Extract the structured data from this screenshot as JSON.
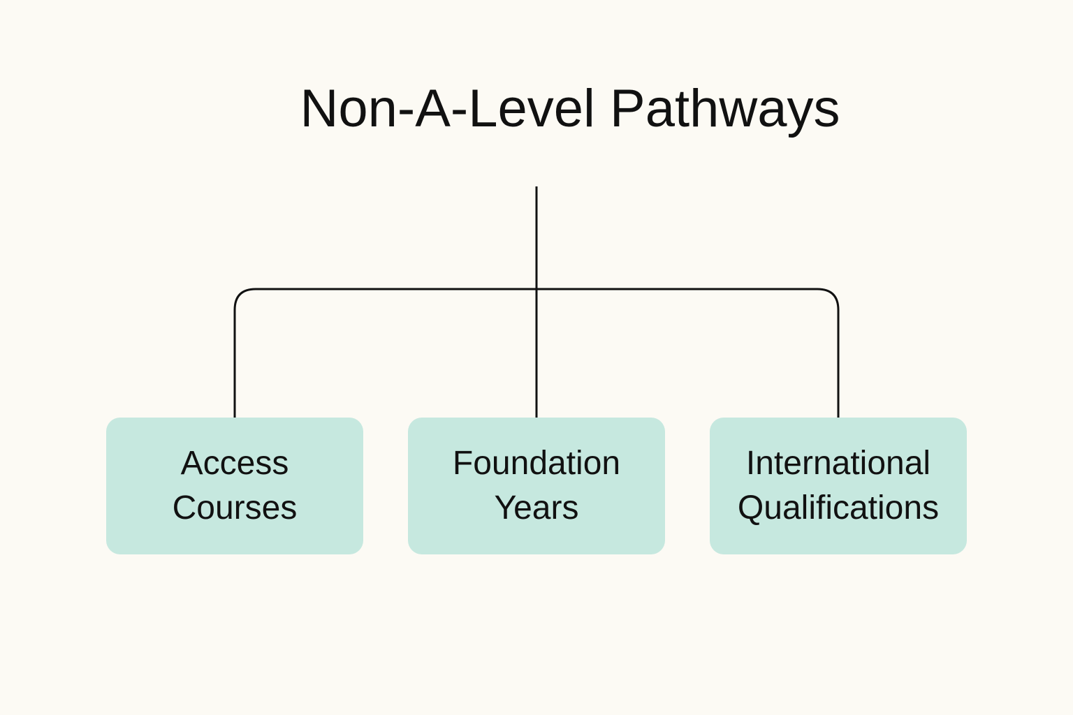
{
  "colors": {
    "background": "#fcfaf4",
    "node_fill": "#c6e8df",
    "line": "#111111",
    "text": "#111111"
  },
  "diagram": {
    "title": "Non-A-Level Pathways",
    "nodes": [
      {
        "line1": "Access",
        "line2": "Courses"
      },
      {
        "line1": "Foundation",
        "line2": "Years"
      },
      {
        "line1": "International",
        "line2": "Qualifications"
      }
    ]
  }
}
